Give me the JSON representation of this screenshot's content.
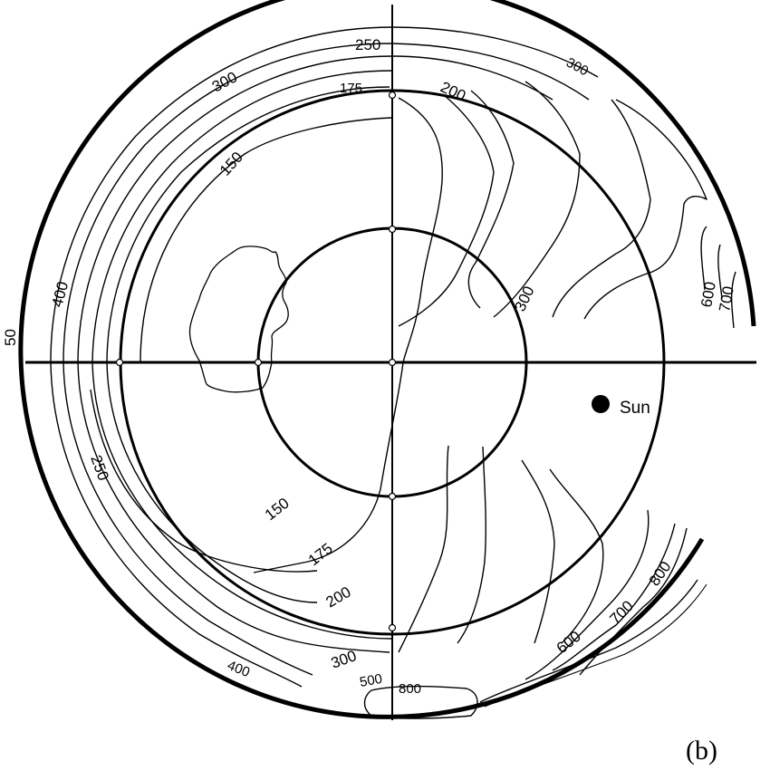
{
  "figure": {
    "panel_label": "(b)",
    "latitude_label": "50",
    "sun_label": "Sun",
    "sun_marker": "filled-circle"
  },
  "contour_labels": {
    "top_250": "250",
    "top_300": "300",
    "top_175": "175",
    "top_200": "200",
    "top_right_300": "300",
    "left_150": "150",
    "left_400": "400",
    "mid_right_300": "300",
    "right_600": "600",
    "right_700": "700",
    "bottom_left_250": "250",
    "bottom_150": "150",
    "bottom_175": "175",
    "bottom_200": "200",
    "bottom_300": "300",
    "bottom_400": "400",
    "bottom_400_800": "400",
    "bottom_500": "500",
    "bottom_800": "800",
    "lower_right_600": "600",
    "lower_right_700": "700",
    "lower_right_800": "800"
  },
  "chart_data": {
    "type": "contour",
    "projection": "polar (southern hemisphere, pole at center)",
    "title": "",
    "panel": "(b)",
    "grid": {
      "latitude_circles": 3,
      "outer_boundary_latitude_label": "50",
      "meridians": [
        "horizontal axis",
        "vertical axis"
      ]
    },
    "contour_levels": [
      150,
      175,
      200,
      250,
      300,
      400,
      500,
      600,
      700,
      800
    ],
    "annotations": [
      {
        "text": "Sun",
        "position": "right of center, just below horizontal axis, outside middle circle"
      },
      {
        "text": "50",
        "position": "left edge at horizontal axis (latitude label)"
      }
    ],
    "features": [
      "Antarctic continent outline left of pole",
      "minimum ~150 region on left/night side",
      "maximum 600-800 near right boundary (dayside, toward Sun)",
      "outer boundary gap on right between horizontal axis and lower-right"
    ]
  }
}
